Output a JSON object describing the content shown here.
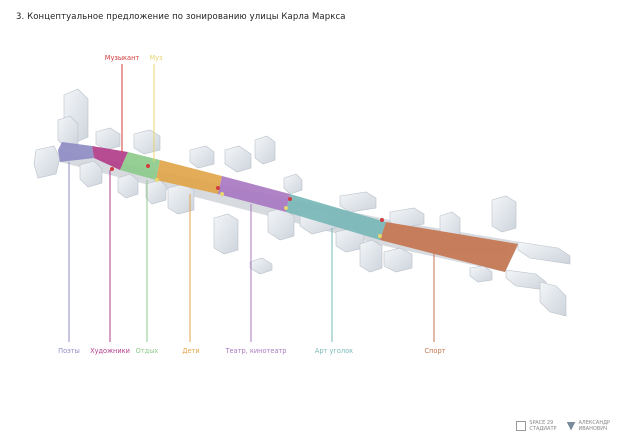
{
  "title": "3. Концептуальное предложение по зонированию улицы Карла Маркса",
  "zones_bottom": [
    {
      "label": "Поэты",
      "color": "#8f8cc4"
    },
    {
      "label": "Художники",
      "color": "#b23d8a"
    },
    {
      "label": "Отдых",
      "color": "#8ecb8c"
    },
    {
      "label": "Дети",
      "color": "#e0a54a"
    },
    {
      "label": "Театр, кинотеатр",
      "color": "#a979c2"
    },
    {
      "label": "Арт уголок",
      "color": "#7ab8b8"
    },
    {
      "label": "Спорт",
      "color": "#c57650"
    }
  ],
  "zones_top": [
    {
      "label": "Музыкант",
      "color": "#d33c3c"
    },
    {
      "label": "Муз",
      "color": "#e8d66e"
    }
  ],
  "brand": {
    "left_text": "SPACE  29\nСТАДИАТР",
    "right_text": "АЛЕКСАНДР\nИВАНОВИЧ"
  }
}
